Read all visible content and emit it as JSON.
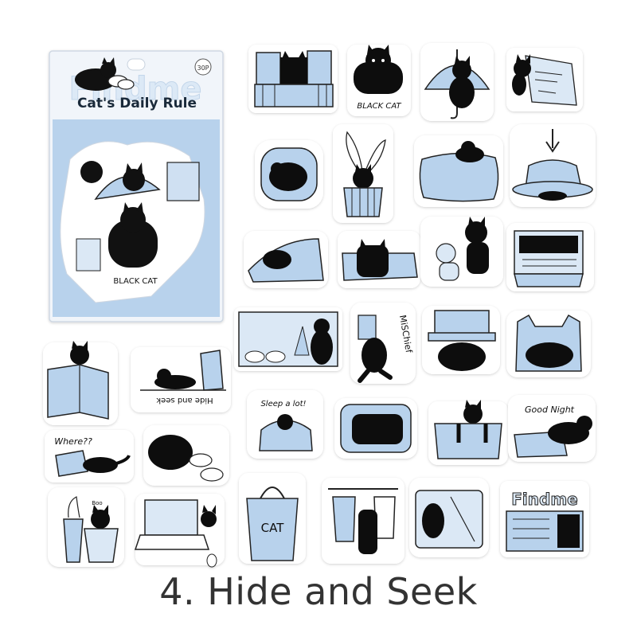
{
  "package": {
    "title": "Cat's Daily Rule",
    "badge": "30P",
    "back_text": "Findme"
  },
  "stickers": {
    "black_cat": "BLACK CAT",
    "mischief": "MiSChief",
    "hide_and_seek": "Hide and seek",
    "sleep": "Sleep a lot!",
    "good_night": "Good Night",
    "where": "Where??",
    "bag": "CAT",
    "findme": "Findme",
    "boo": "Boo"
  },
  "caption": "4. Hide and Seek",
  "colors": {
    "accent_blue": "#b8d2ec",
    "ink": "#111111",
    "caption": "#333333"
  }
}
